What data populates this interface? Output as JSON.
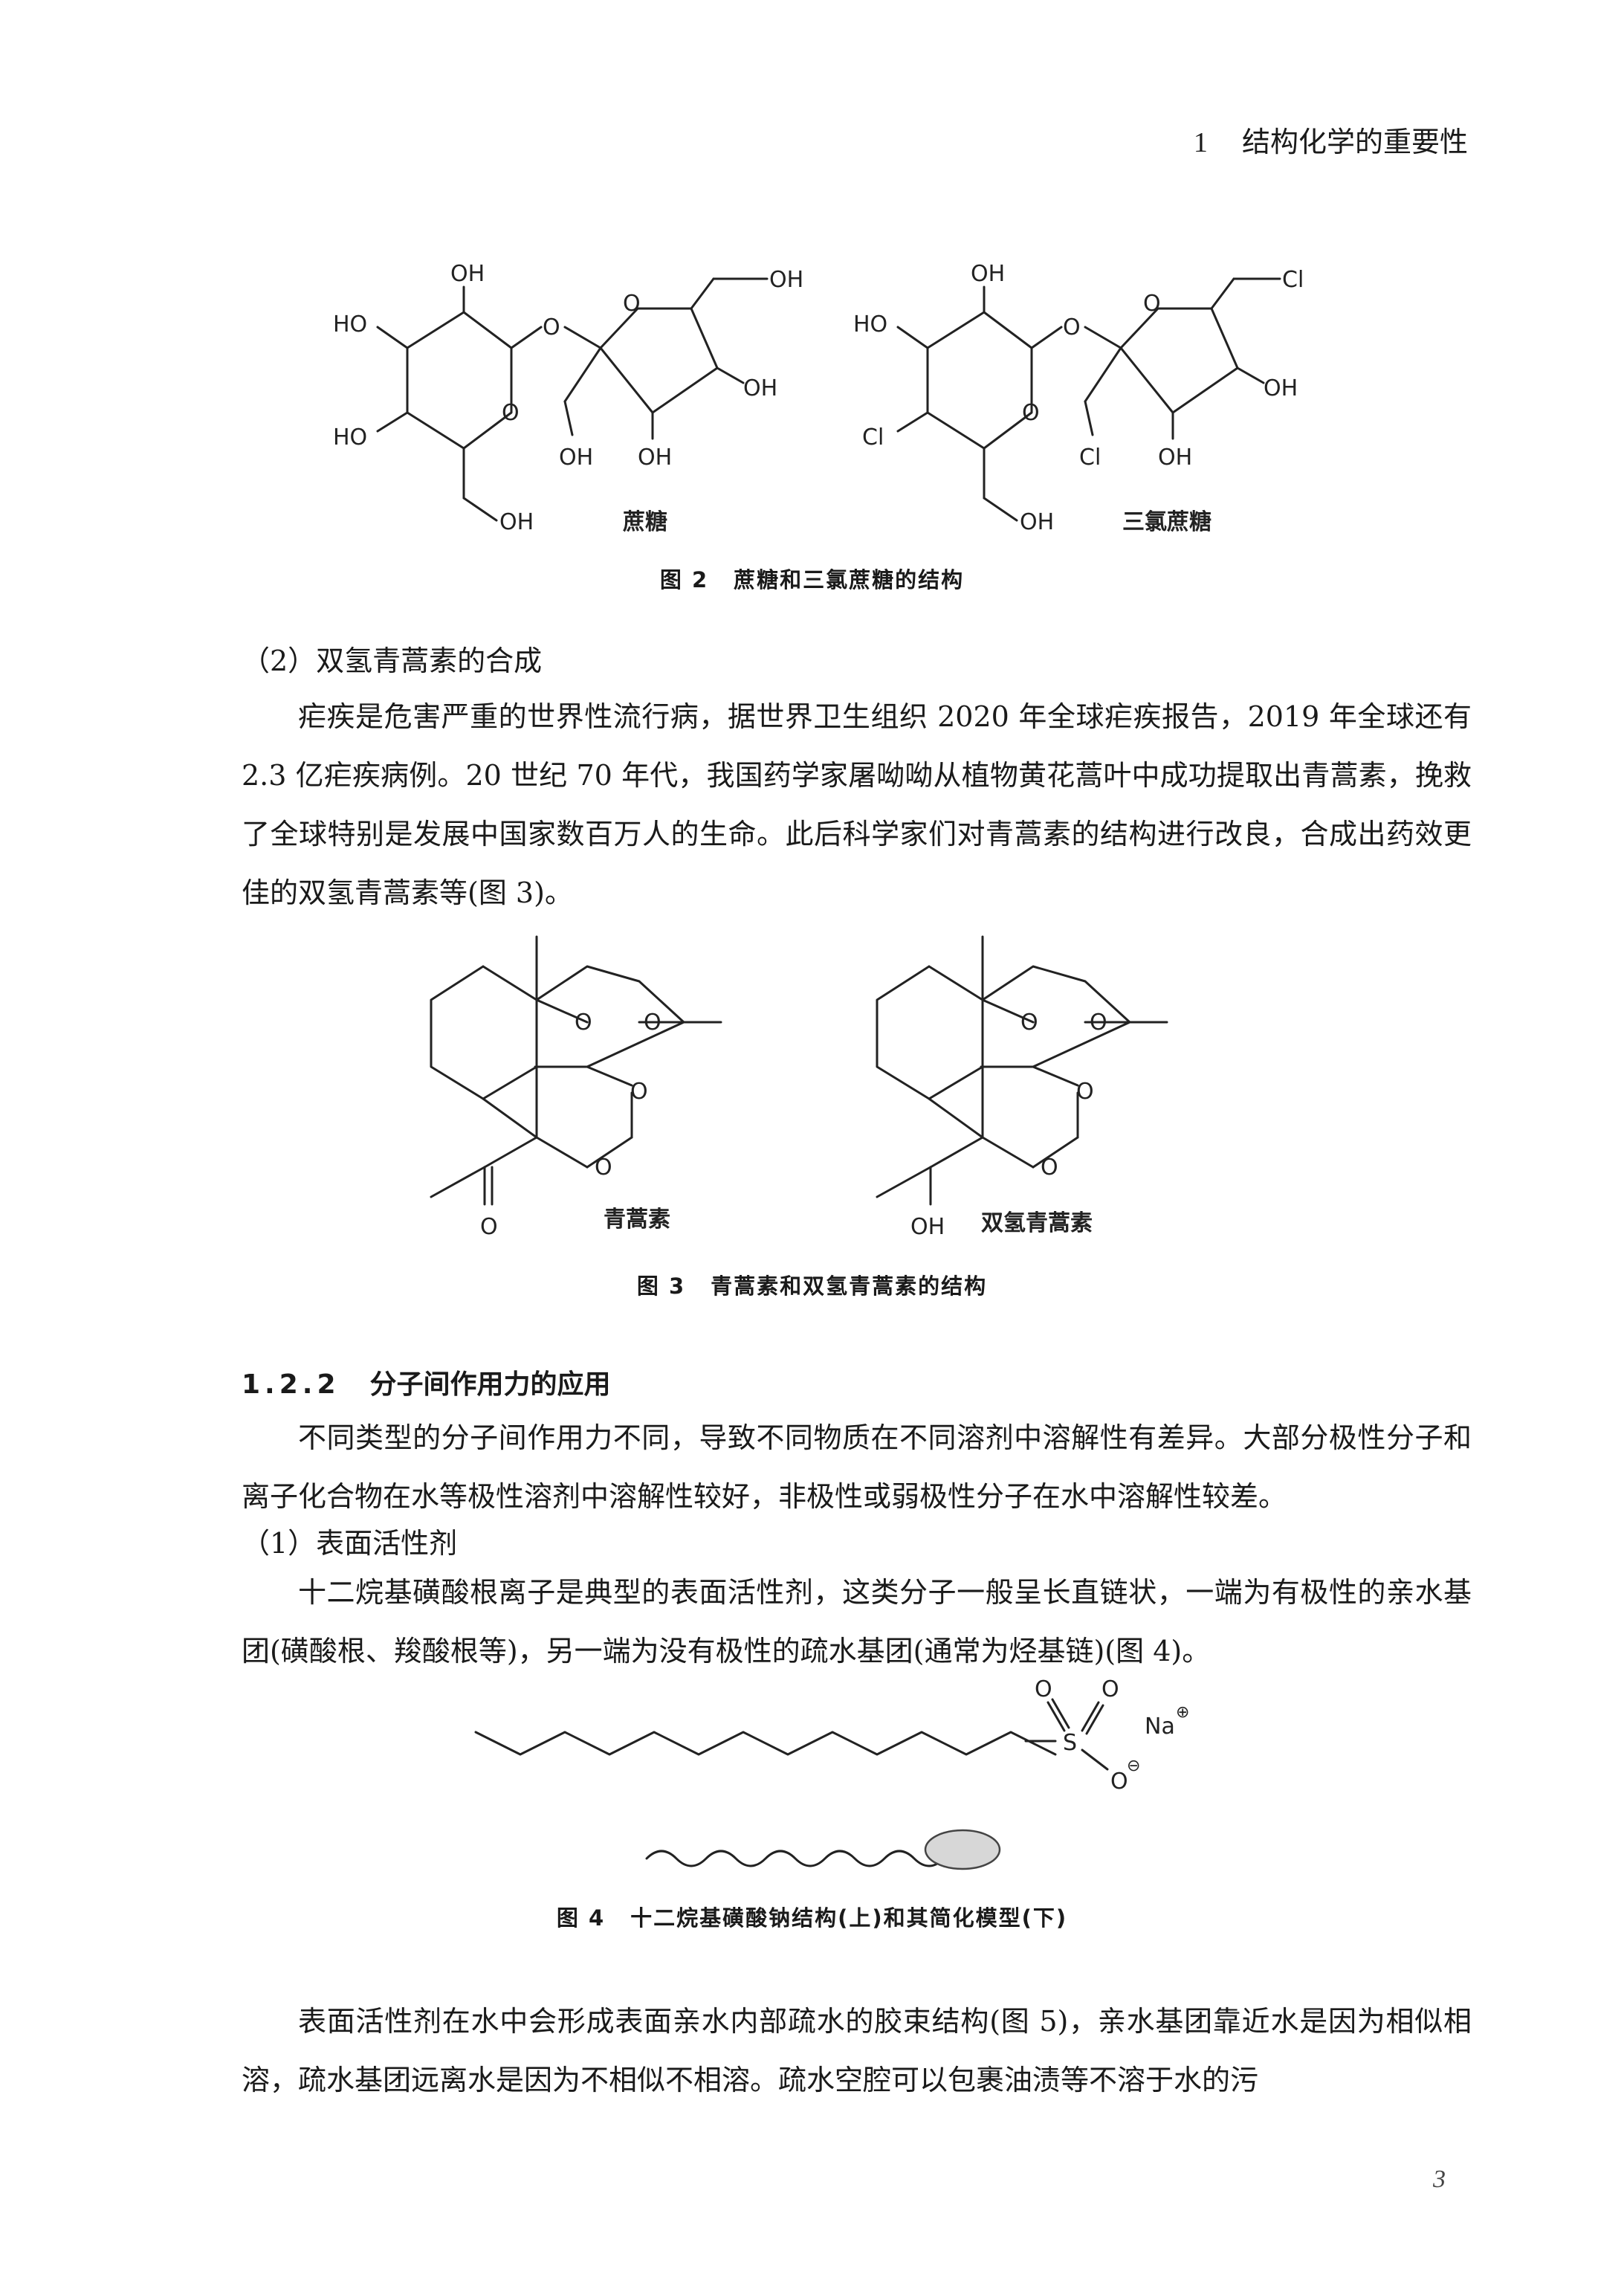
{
  "header": {
    "chapter_num": "1",
    "chapter_title": "结构化学的重要性"
  },
  "fig2": {
    "sucrose": {
      "name": "蔗糖",
      "oh_top": "OH",
      "ho_upper": "HO",
      "ho_lower": "HO",
      "oh_bottom": "OH",
      "bridge_o": "O",
      "pyranose_o": "O",
      "furanose_o": "O",
      "oh_ch2_top": "OH",
      "oh_ring_right": "OH",
      "oh_ring_bottom": "OH",
      "oh_ch2_left": "OH"
    },
    "sucralose": {
      "name": "三氯蔗糖",
      "oh_top": "OH",
      "ho_upper": "HO",
      "cl_left": "Cl",
      "oh_bottom": "OH",
      "bridge_o": "O",
      "pyranose_o": "O",
      "furanose_o": "O",
      "cl_ch2_top": "Cl",
      "oh_ring_right": "OH",
      "oh_ring_bottom": "OH",
      "cl_ch2_left": "Cl"
    },
    "caption_num": "图 2",
    "caption": "蔗糖和三氯蔗糖的结构"
  },
  "section_2_title": "（2）双氢青蒿素的合成",
  "para_malaria": "疟疾是危害严重的世界性流行病，据世界卫生组织 2020 年全球疟疾报告，2019 年全球还有 2.3 亿疟疾病例。20 世纪 70 年代，我国药学家屠呦呦从植物黄花蒿叶中成功提取出青蒿素，挽救了全球特别是发展中国家数百万人的生命。此后科学家们对青蒿素的结构进行改良，合成出药效更佳的双氢青蒿素等(图 3)。",
  "fig3": {
    "artemisinin": {
      "name": "青蒿素",
      "o1": "O",
      "o2": "O",
      "o3": "O",
      "o4": "O",
      "carbonyl_o": "O"
    },
    "dihydro": {
      "name": "双氢青蒿素",
      "o1": "O",
      "o2": "O",
      "o3": "O",
      "o4": "O",
      "oh": "OH"
    },
    "caption_num": "图 3",
    "caption": "青蒿素和双氢青蒿素的结构"
  },
  "section_122": {
    "num": "1.2.2",
    "title": "分子间作用力的应用"
  },
  "para_solubility": "不同类型的分子间作用力不同，导致不同物质在不同溶剂中溶解性有差异。大部分极性分子和离子化合物在水等极性溶剂中溶解性较好，非极性或弱极性分子在水中溶解性较差。",
  "surfactant_title": "（1）表面活性剂",
  "para_surfactant": "十二烷基磺酸根离子是典型的表面活性剂，这类分子一般呈长直链状，一端为有极性的亲水基团(磺酸根、羧酸根等)，另一端为没有极性的疏水基团(通常为烃基链)(图 4)。",
  "fig4": {
    "s": "S",
    "o_top_left": "O",
    "o_top_right": "O",
    "o_minus": "O",
    "minus": "⊖",
    "na": "Na",
    "plus": "⊕",
    "caption_num": "图 4",
    "caption": "十二烷基磺酸钠结构(上)和其简化模型(下)"
  },
  "para_micelle": "表面活性剂在水中会形成表面亲水内部疏水的胶束结构(图 5)，亲水基团靠近水是因为相似相溶，疏水基团远离水是因为不相似不相溶。疏水空腔可以包裹油渍等不溶于水的污",
  "page_number": "3"
}
